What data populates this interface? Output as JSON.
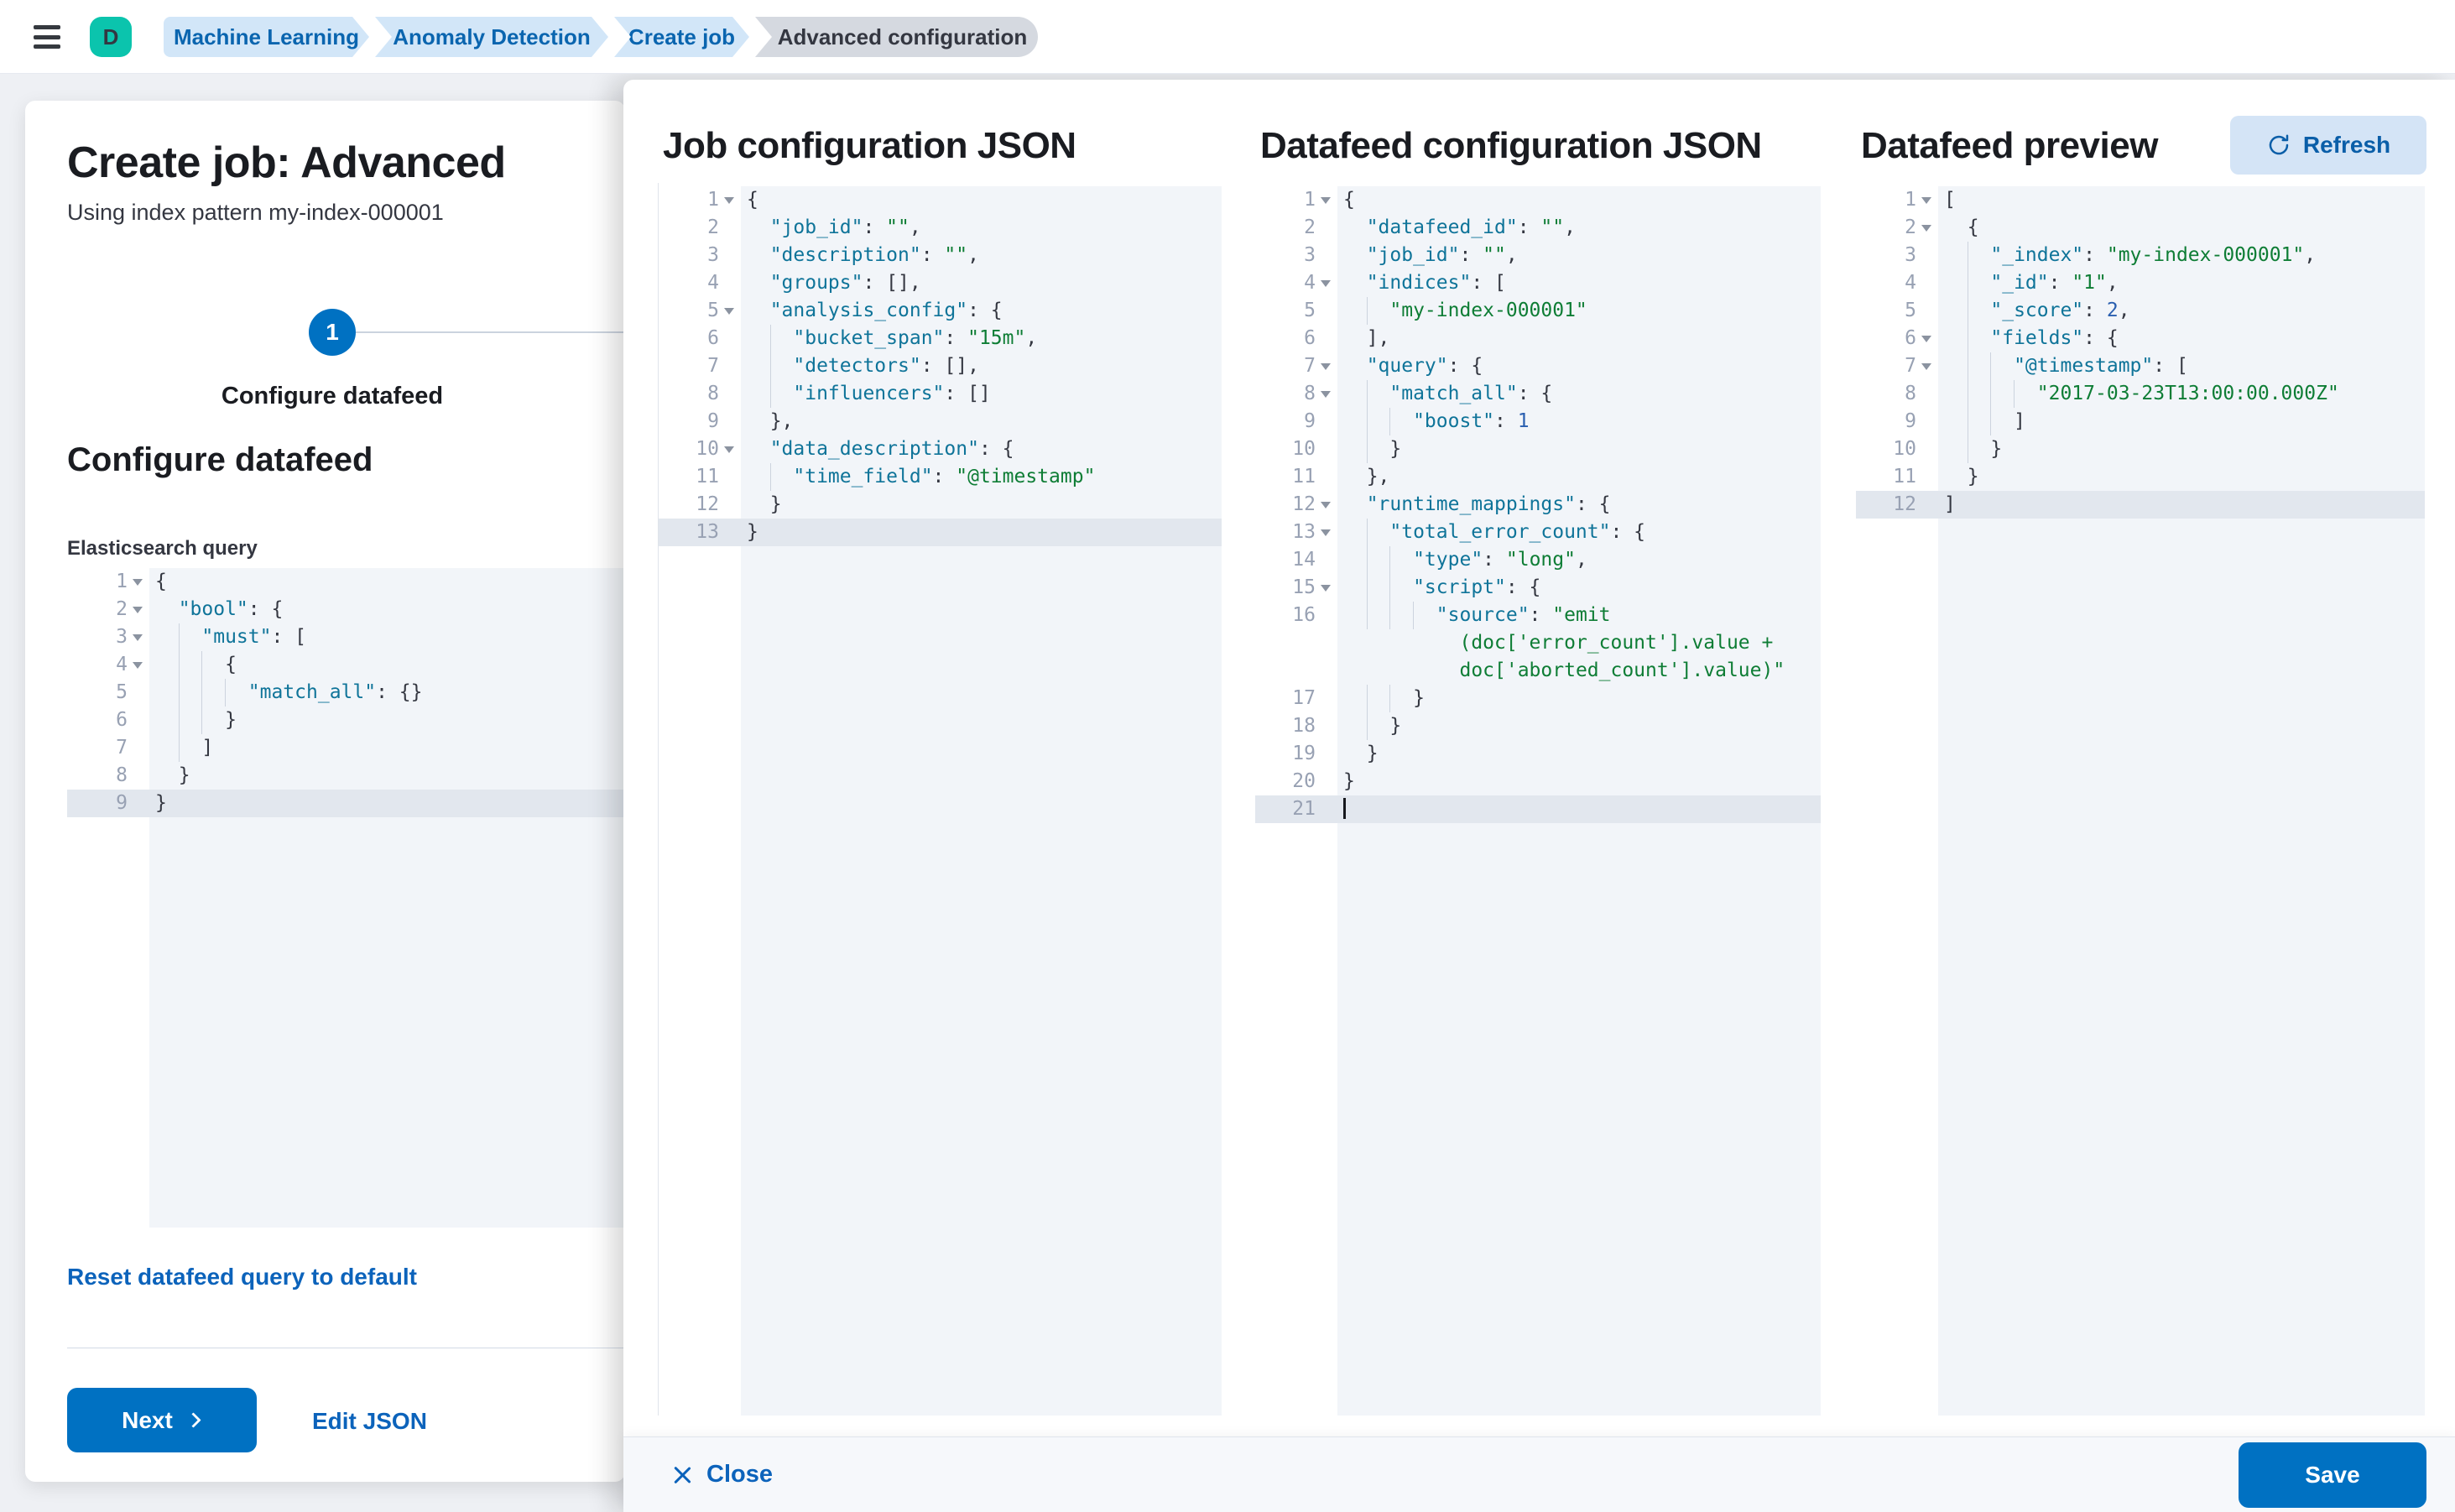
{
  "topbar": {
    "menu_icon": "hamburger",
    "avatar_initial": "D",
    "breadcrumbs": [
      {
        "label": "Machine Learning",
        "current": false
      },
      {
        "label": "Anomaly Detection",
        "current": false
      },
      {
        "label": "Create job",
        "current": false
      },
      {
        "label": "Advanced configuration",
        "current": true
      }
    ]
  },
  "left_panel": {
    "title": "Create job: Advanced",
    "subtitle": "Using index pattern my-index-000001",
    "step": {
      "number": "1",
      "label": "Configure datafeed"
    },
    "section_heading": "Configure datafeed",
    "query_label": "Elasticsearch query",
    "reset_link": "Reset datafeed query to default",
    "next_label": "Next",
    "edit_json_label": "Edit JSON",
    "es_editor": {
      "lines": [
        {
          "n": 1,
          "f": 1,
          "i": 0,
          "t": "{"
        },
        {
          "n": 2,
          "f": 1,
          "i": 2,
          "t": "\"bool\": {"
        },
        {
          "n": 3,
          "f": 1,
          "i": 4,
          "t": "\"must\": ["
        },
        {
          "n": 4,
          "f": 1,
          "i": 6,
          "t": "{"
        },
        {
          "n": 5,
          "i": 8,
          "t": "\"match_all\": {}"
        },
        {
          "n": 6,
          "i": 6,
          "t": "}"
        },
        {
          "n": 7,
          "i": 4,
          "t": "]"
        },
        {
          "n": 8,
          "i": 2,
          "t": "}"
        },
        {
          "n": 9,
          "i": 0,
          "t": "}",
          "a": 1
        }
      ]
    }
  },
  "flyout": {
    "job_json": {
      "title": "Job configuration JSON",
      "editor": {
        "lines": [
          {
            "n": 1,
            "f": 1,
            "i": 0,
            "t": "{"
          },
          {
            "n": 2,
            "i": 2,
            "t": "\"job_id\": \"\","
          },
          {
            "n": 3,
            "i": 2,
            "t": "\"description\": \"\","
          },
          {
            "n": 4,
            "i": 2,
            "t": "\"groups\": [],"
          },
          {
            "n": 5,
            "f": 1,
            "i": 2,
            "t": "\"analysis_config\": {"
          },
          {
            "n": 6,
            "i": 4,
            "t": "\"bucket_span\": \"15m\","
          },
          {
            "n": 7,
            "i": 4,
            "t": "\"detectors\": [],"
          },
          {
            "n": 8,
            "i": 4,
            "t": "\"influencers\": []"
          },
          {
            "n": 9,
            "i": 2,
            "t": "},"
          },
          {
            "n": 10,
            "f": 1,
            "i": 2,
            "t": "\"data_description\": {"
          },
          {
            "n": 11,
            "i": 4,
            "t": "\"time_field\": \"@timestamp\""
          },
          {
            "n": 12,
            "i": 2,
            "t": "}"
          },
          {
            "n": 13,
            "i": 0,
            "t": "}",
            "a": 1
          }
        ]
      }
    },
    "datafeed_json": {
      "title": "Datafeed configuration JSON",
      "editor": {
        "lines": [
          {
            "n": 1,
            "f": 1,
            "i": 0,
            "t": "{"
          },
          {
            "n": 2,
            "i": 2,
            "t": "\"datafeed_id\": \"\","
          },
          {
            "n": 3,
            "i": 2,
            "t": "\"job_id\": \"\","
          },
          {
            "n": 4,
            "f": 1,
            "i": 2,
            "t": "\"indices\": ["
          },
          {
            "n": 5,
            "i": 4,
            "t": "\"my-index-000001\""
          },
          {
            "n": 6,
            "i": 2,
            "t": "],"
          },
          {
            "n": 7,
            "f": 1,
            "i": 2,
            "t": "\"query\": {"
          },
          {
            "n": 8,
            "f": 1,
            "i": 4,
            "t": "\"match_all\": {"
          },
          {
            "n": 9,
            "i": 6,
            "t": "\"boost\": 1"
          },
          {
            "n": 10,
            "i": 4,
            "t": "}"
          },
          {
            "n": 11,
            "i": 2,
            "t": "},"
          },
          {
            "n": 12,
            "f": 1,
            "i": 2,
            "t": "\"runtime_mappings\": {"
          },
          {
            "n": 13,
            "f": 1,
            "i": 4,
            "t": "\"total_error_count\": {"
          },
          {
            "n": 14,
            "i": 6,
            "t": "\"type\": \"long\","
          },
          {
            "n": 15,
            "f": 1,
            "i": 6,
            "t": "\"script\": {"
          },
          {
            "n": 16,
            "i": 8,
            "t": "\"source\": \"emit"
          },
          {
            "i": 10,
            "c": "str",
            "t": "(doc['error_count'].value +"
          },
          {
            "i": 10,
            "c": "str",
            "t": "doc['aborted_count'].value)\""
          },
          {
            "n": 17,
            "i": 6,
            "t": "}"
          },
          {
            "n": 18,
            "i": 4,
            "t": "}"
          },
          {
            "n": 19,
            "i": 2,
            "t": "}"
          },
          {
            "n": 20,
            "i": 0,
            "t": "}"
          },
          {
            "n": 21,
            "i": 0,
            "t": "",
            "a": 1,
            "cur": 1
          }
        ]
      }
    },
    "preview": {
      "title": "Datafeed preview",
      "refresh_label": "Refresh",
      "refresh_icon": "refresh",
      "editor": {
        "lines": [
          {
            "n": 1,
            "f": 1,
            "i": 0,
            "t": "["
          },
          {
            "n": 2,
            "f": 1,
            "i": 2,
            "t": "{"
          },
          {
            "n": 3,
            "i": 4,
            "t": "\"_index\": \"my-index-000001\","
          },
          {
            "n": 4,
            "i": 4,
            "t": "\"_id\": \"1\","
          },
          {
            "n": 5,
            "i": 4,
            "t": "\"_score\": 2,"
          },
          {
            "n": 6,
            "f": 1,
            "i": 4,
            "t": "\"fields\": {"
          },
          {
            "n": 7,
            "f": 1,
            "i": 6,
            "t": "\"@timestamp\": ["
          },
          {
            "n": 8,
            "i": 8,
            "t": "\"2017-03-23T13:00:00.000Z\""
          },
          {
            "n": 9,
            "i": 6,
            "t": "]"
          },
          {
            "n": 10,
            "i": 4,
            "t": "}"
          },
          {
            "n": 11,
            "i": 2,
            "t": "}"
          },
          {
            "n": 12,
            "i": 0,
            "t": "]",
            "a": 1
          }
        ]
      }
    },
    "footer": {
      "close_label": "Close",
      "close_icon": "close-x",
      "save_label": "Save"
    }
  },
  "colors": {
    "accent": "#0071c2",
    "link": "#0c63bb",
    "title": "#1a1c21",
    "text": "#343741",
    "page_bg": "#eef0f4",
    "crumb_bg": "#d2e6f8",
    "crumb_text": "#0a65af",
    "crumb_current_bg": "#d5d9e0",
    "crumb_current_text": "#343741",
    "avatar_bg": "#0bc4ad",
    "editor_bg": "#f2f5f9",
    "editor_active": "#e2e7ee",
    "gutter_text": "#98a1b3",
    "guide": "#ccd3de",
    "json_key": "#0f7499",
    "json_string": "#0e7d35",
    "json_number": "#2a5fb0",
    "json_punct": "#343741",
    "refresh_bg": "#d4e4f6",
    "refresh_text": "#0a5ea8",
    "footer_bg": "#f6f8fb",
    "divider": "#d3dae6",
    "step_line": "#cbd3de"
  }
}
